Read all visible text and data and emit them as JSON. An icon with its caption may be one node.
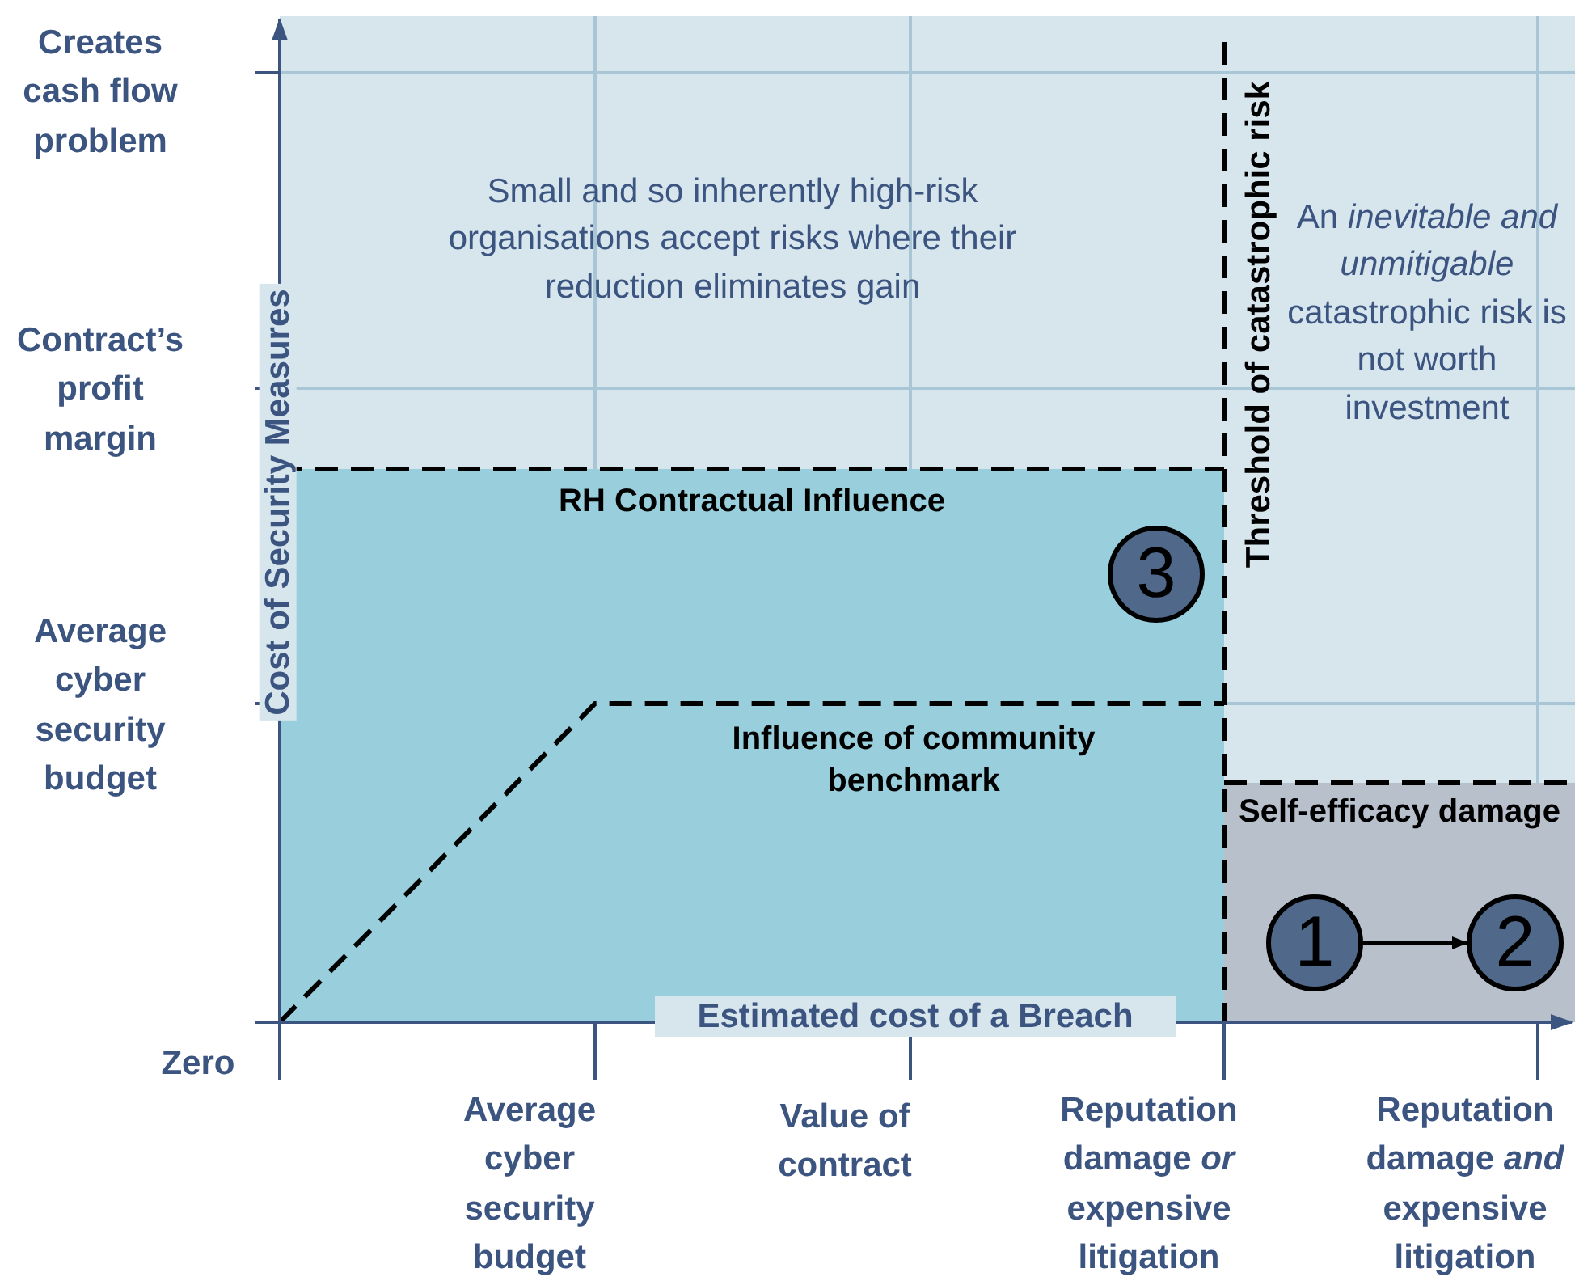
{
  "diagram": {
    "nodes": [
      {
        "text": [
          "RH Contractual Influence"
        ]
      },
      {
        "text": [
          "3"
        ],
        "in": 0
      },
      {
        "text": [
          "Self-efficacy damage"
        ]
      },
      {
        "text": [
          "1"
        ],
        "in": 2
      },
      {
        "text": [
          "2"
        ],
        "in": 2
      }
    ],
    "edges": [
      {
        "from": 3,
        "to": 4,
        "arrow": "to"
      }
    ],
    "labels": [
      "Creates cash flow problem",
      "Contract’s profit margin",
      "Average cyber security budget",
      "Zero",
      "Cost of Security Measures",
      "Small and so inherently high-risk organisations accept risks where their reduction eliminates gain",
      "Threshold of catastrophic risk",
      "An *inevitable and unmitigable* catastrophic risk is not worth investment",
      "Influence of community benchmark",
      "Estimated cost of a Breach",
      "Average cyber security budget",
      "Value of contract",
      "Reputation damage *or* expensive litigation",
      "Reputation damage *and* expensive litigation"
    ]
  }
}
